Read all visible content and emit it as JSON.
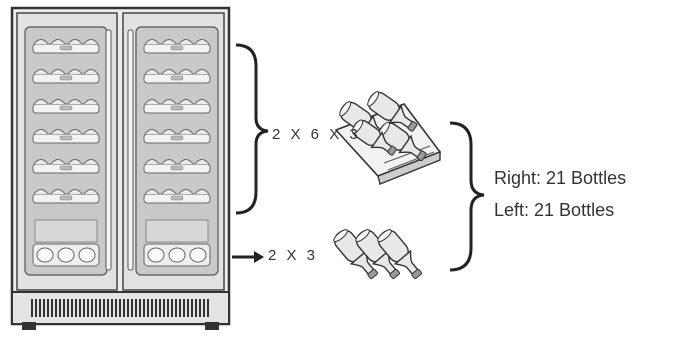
{
  "diagram": {
    "upper_shelves_label": "2 X 6 X 3",
    "bottom_shelf_label": "2 X 3",
    "capacity": {
      "right": "Right: 21 Bottles",
      "left": "Left: 21 Bottles"
    }
  },
  "colors": {
    "outline": "#333333",
    "cabinet_frame": "#e9e9e9",
    "glass": "#cfcfcf",
    "bottle_fill": "#e6e6e6"
  }
}
